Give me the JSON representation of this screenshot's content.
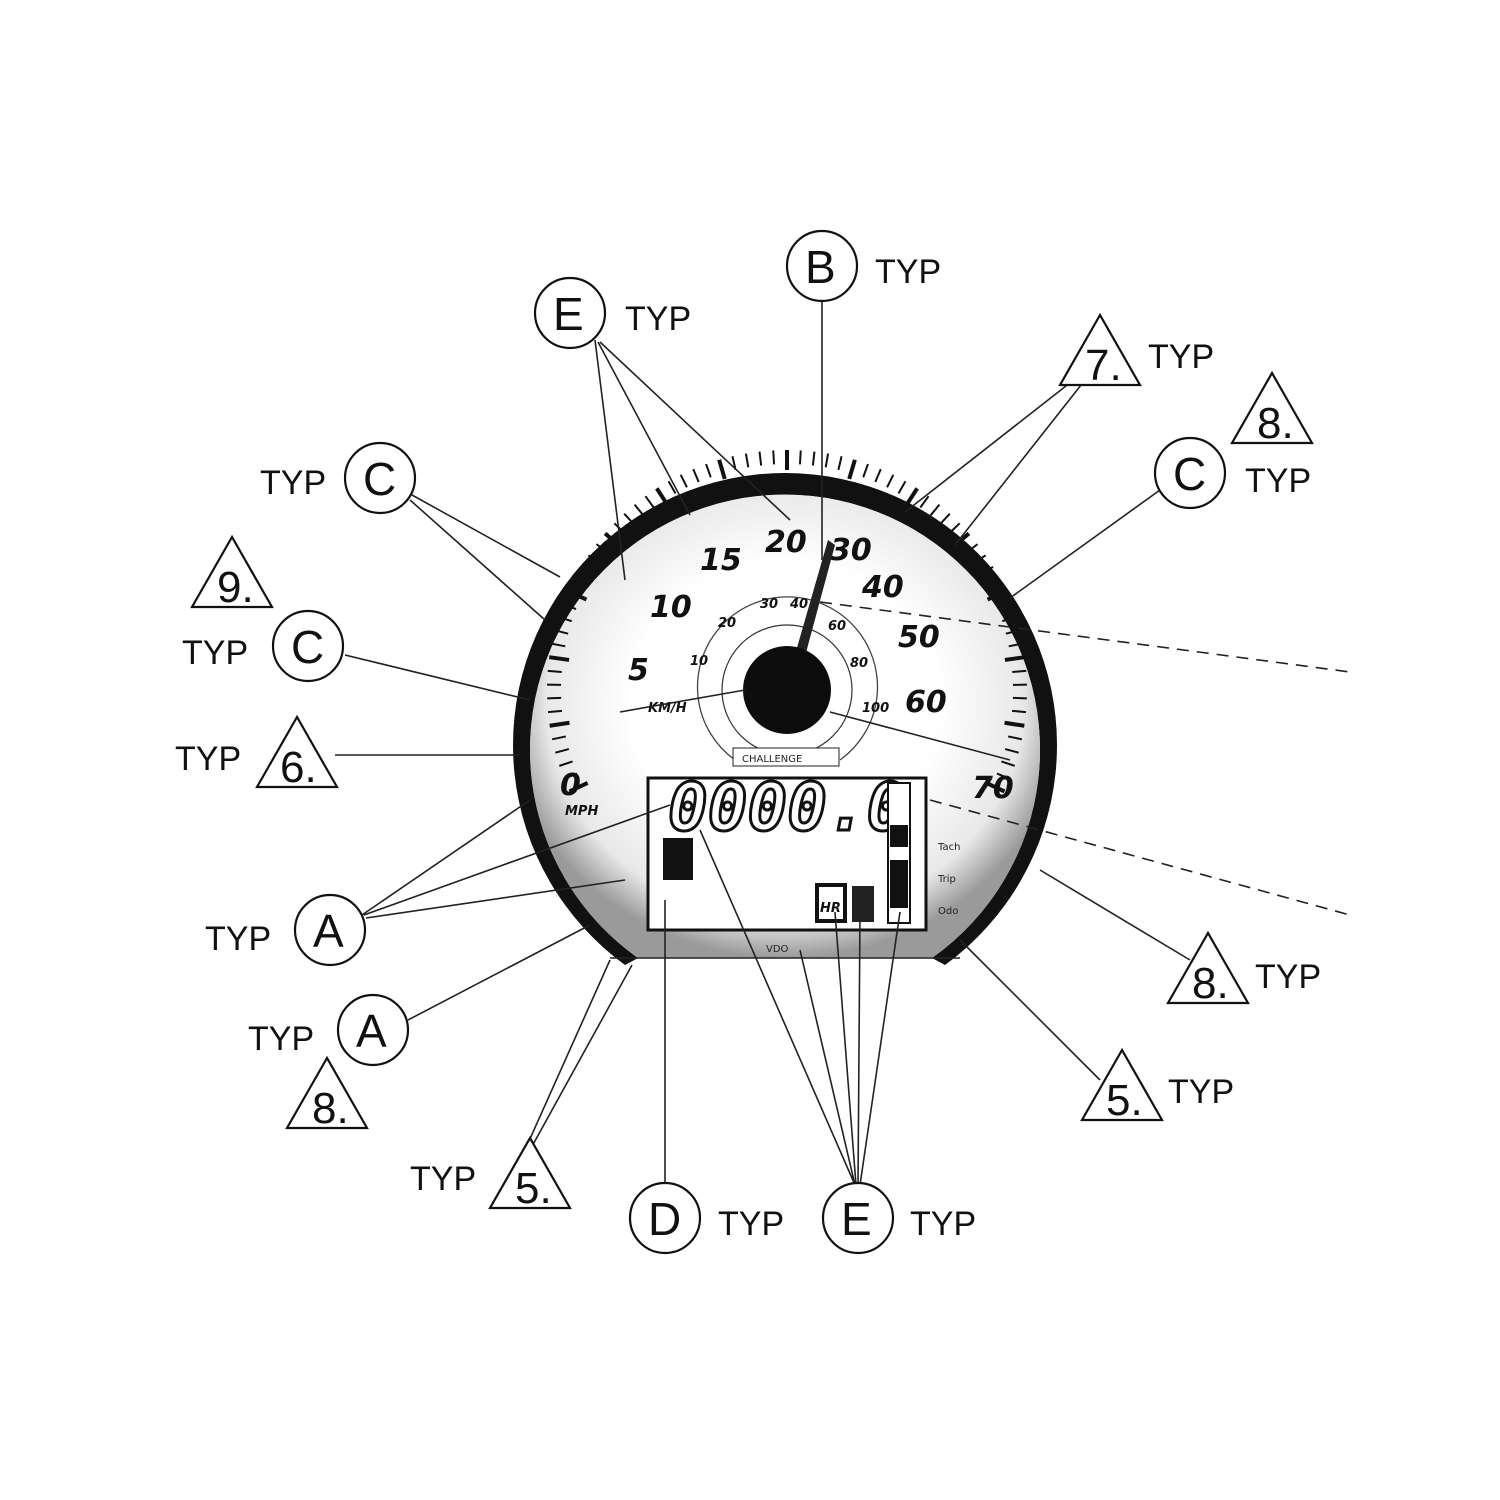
{
  "callouts": {
    "typ": "TYP",
    "e_top": "E",
    "b_top": "B",
    "tri_7": "7.",
    "tri_8_top": "8.",
    "c_right": "C",
    "c_left_top": "C",
    "tri_9": "9.",
    "c_left_mid": "C",
    "tri_6": "6.",
    "a_left": "A",
    "a_left_low": "A",
    "tri_8_left": "8.",
    "tri_5_left": "5.",
    "d_bottom": "D",
    "e_bottom": "E",
    "tri_8_right": "8.",
    "tri_5_right": "5."
  },
  "gauge": {
    "mph_labels": [
      "0",
      "5",
      "10",
      "15",
      "20",
      "30",
      "40",
      "50",
      "60",
      "70"
    ],
    "mph_unit": "MPH",
    "kmh_labels": [
      "10",
      "20",
      "30",
      "40",
      "60",
      "80",
      "100"
    ],
    "kmh_unit": "KM/H",
    "brand": "CHALLENGE",
    "odometer": "0000.0",
    "mode_labels": [
      "Tach",
      "Trip",
      "Odo"
    ],
    "hr_label": "HR",
    "maker": "VDO"
  },
  "colors": {
    "ink": "#111111",
    "paper": "#ffffff"
  }
}
